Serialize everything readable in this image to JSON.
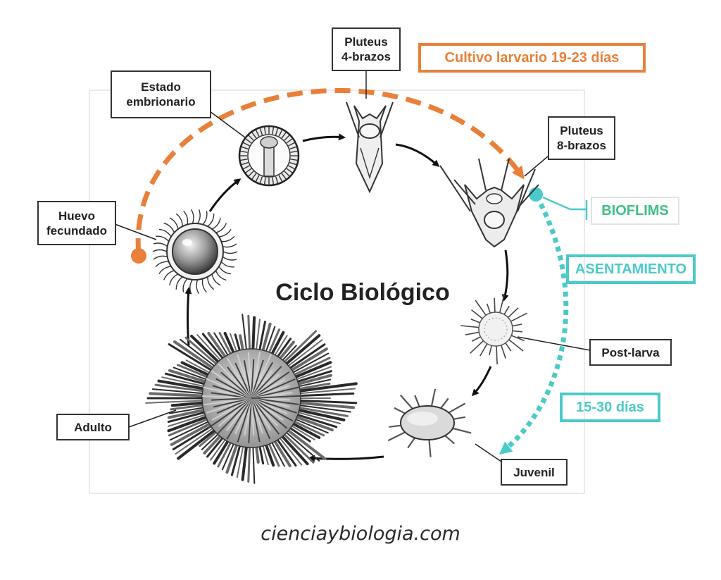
{
  "diagram": {
    "title": "Ciclo Biológico",
    "stages": {
      "huevo": "Huevo\nfecundado",
      "embrion": "Estado\nembrionario",
      "pluteus4": "Pluteus\n4-brazos",
      "pluteus8": "Pluteus\n8-brazos",
      "postlarva": "Post-larva",
      "juvenil": "Juvenil",
      "adulto": "Adulto"
    },
    "annotations": {
      "cultivo": "Cultivo larvario 19-23 días",
      "bioflims": "BIOFLIMS",
      "asentamiento": "ASENTAMIENTO",
      "dias": "15-30 días"
    },
    "colors": {
      "orange": "#e8803a",
      "teal": "#4cc9c9",
      "green": "#3fbf86",
      "dark": "#222222"
    }
  },
  "footer": {
    "site": "cienciaybiologia.com"
  }
}
